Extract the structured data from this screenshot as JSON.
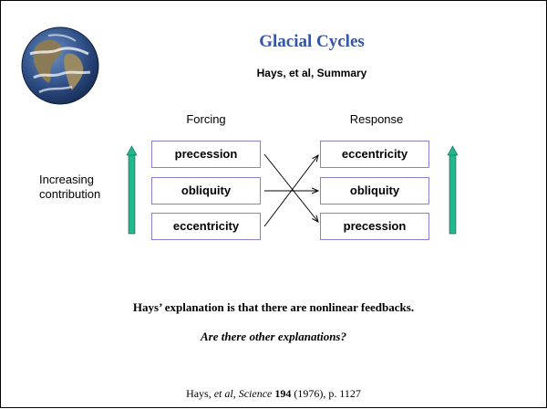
{
  "header": {
    "title": "Glacial Cycles",
    "subtitle": "Hays, et al, Summary"
  },
  "forcing": {
    "heading": "Forcing",
    "items": [
      "precession",
      "obliquity",
      "eccentricity"
    ]
  },
  "response": {
    "heading": "Response",
    "items": [
      "eccentricity",
      "obliquity",
      "precession"
    ]
  },
  "side_label": {
    "line1": "Increasing",
    "line2": "contribution"
  },
  "icons": {
    "globe": "earth-globe-icon",
    "left_arrow": "up-arrow-icon",
    "right_arrow": "up-arrow-icon"
  },
  "colors": {
    "title": "#3355aa",
    "box_border": "#8f7fd0",
    "arrow_fill": "#1fb890"
  },
  "footer": {
    "explanation": "Hays’ explanation is that there are nonlinear feedbacks.",
    "question": "Are there other explanations?",
    "citation_authors": "Hays, ",
    "citation_etal": "et al",
    "citation_sep": ", ",
    "citation_journal": "Science",
    "citation_volume": "194",
    "citation_rest": " (1976), p. 1127"
  }
}
